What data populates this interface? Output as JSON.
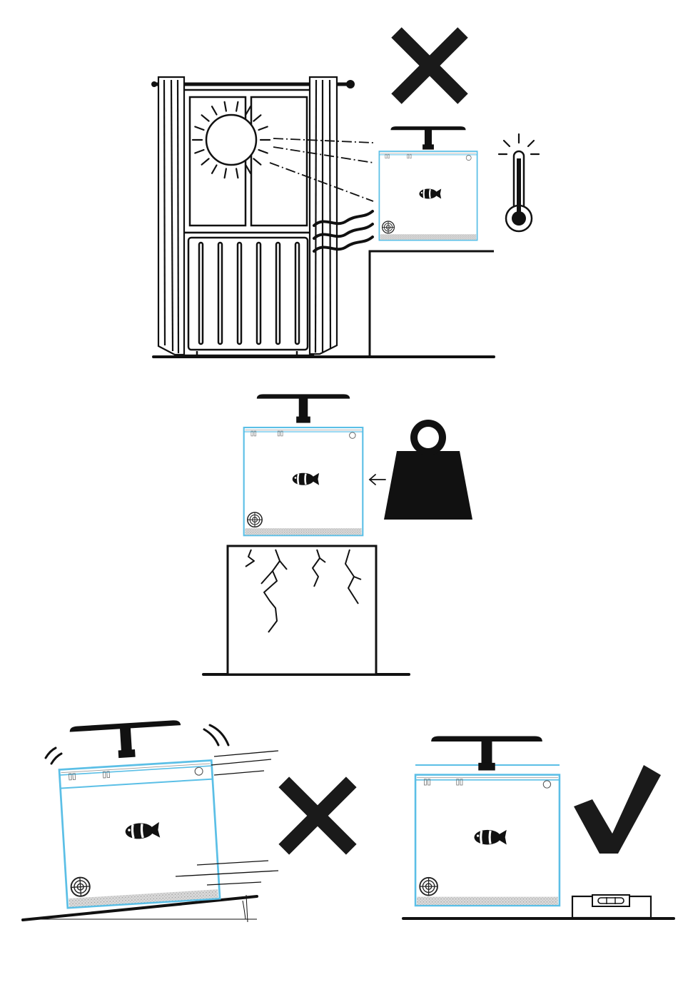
{
  "colors": {
    "ink": "#111111",
    "glass": "#5bbfe6",
    "water_line": "#4aa9d4",
    "substrate": "#bdbdbd",
    "background": "#ffffff"
  },
  "panels": [
    {
      "id": "placement-near-heat-sources",
      "verdict": "incorrect",
      "verdict_icon": "cross-icon",
      "elements": [
        "sun-icon",
        "window-icon",
        "curtain-icon",
        "radiator-icon",
        "heat-wave-icon",
        "thermometer-icon",
        "aquarium-icon",
        "table-icon"
      ]
    },
    {
      "id": "weak-support-furniture",
      "verdict": "incorrect",
      "verdict_icon": "weight-icon",
      "elements": [
        "aquarium-icon",
        "weight-icon",
        "cracked-cabinet-icon"
      ]
    },
    {
      "id": "sloped-surface",
      "verdict": "incorrect",
      "verdict_icon": "cross-icon",
      "elements": [
        "tilted-aquarium-icon",
        "motion-lines-icon",
        "slope-angle-icon"
      ]
    },
    {
      "id": "level-surface",
      "verdict": "correct",
      "verdict_icon": "check-icon",
      "elements": [
        "aquarium-icon",
        "spirit-level-icon"
      ]
    }
  ]
}
